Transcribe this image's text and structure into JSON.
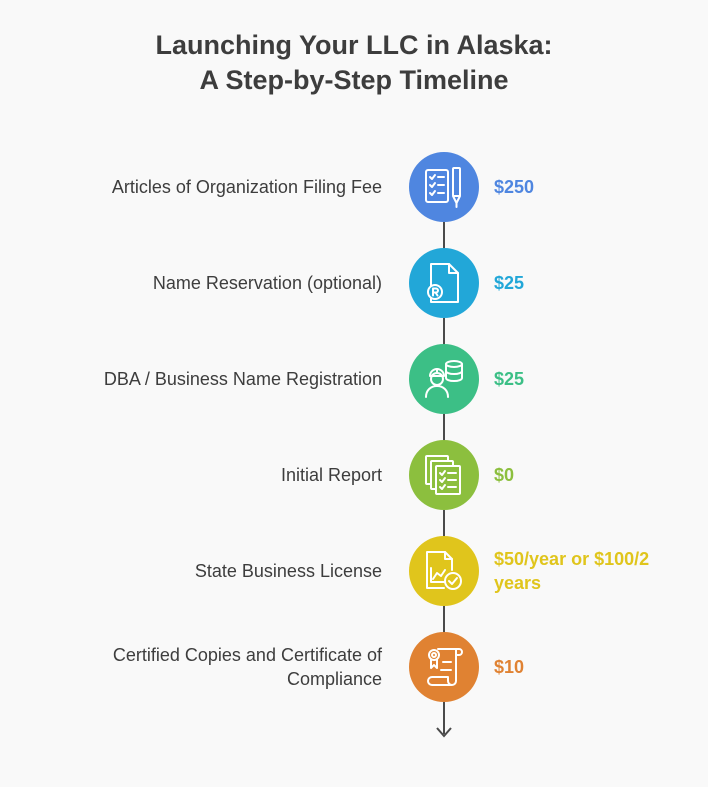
{
  "title": {
    "line1": "Launching Your LLC in Alaska:",
    "line2": "A Step-by-Step Timeline"
  },
  "steps": [
    {
      "label": "Articles of Organization Filing Fee",
      "cost": "$250",
      "color": "#4f86e0",
      "icon": "checklist-pen-icon"
    },
    {
      "label": "Name Reservation (optional)",
      "cost": "$25",
      "color": "#22a7d8",
      "icon": "registered-document-icon"
    },
    {
      "label": "DBA / Business Name Registration",
      "cost": "$25",
      "color": "#3cbf86",
      "icon": "worker-database-icon"
    },
    {
      "label": "Initial Report",
      "cost": "$0",
      "color": "#8cbf3e",
      "icon": "stacked-checklist-icon"
    },
    {
      "label": "State Business License",
      "cost": "$50/year or $100/2 years",
      "color": "#e0c51c",
      "icon": "approved-chart-document-icon"
    },
    {
      "label": "Certified Copies and Certificate of Compliance",
      "cost": "$10",
      "color": "#e08232",
      "icon": "certificate-scroll-icon"
    }
  ]
}
